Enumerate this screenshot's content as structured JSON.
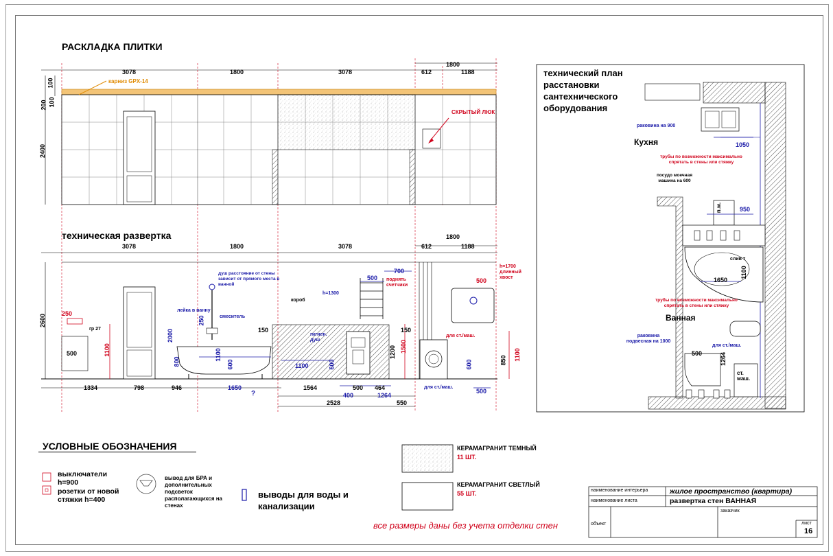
{
  "sections": {
    "tile_layout": "РАСКЛАДКА ПЛИТКИ",
    "tech_development": "техническая развертка",
    "tech_plan": "технический план расстановки сантехнического оборудования",
    "legend": "УСЛОВНЫЕ ОБОЗНАЧЕНИЯ"
  },
  "top_dims": {
    "d1": "3078",
    "d2": "1800",
    "d3": "3078",
    "d4": "1800",
    "d5": "612",
    "d6": "1188"
  },
  "left_dims": {
    "a": "100",
    "b": "200",
    "c": "100",
    "d": "2400",
    "e": "2600"
  },
  "tile_notes": {
    "cornice": "карниз GPX-14",
    "hatch": "СКРЫТЫЙ ЛЮК"
  },
  "dev_labels": {
    "shower_note": "душ расстояние от стены зависит от прямого места в ванной",
    "watering_can": "лейка в ванну",
    "mixer": "смеситель",
    "box": "короб",
    "h1300": "h=1300",
    "hyg_shower": "гигиен. душ",
    "raise_meters": "поднять счетчики",
    "h1700": "h=1700 длинный хвост",
    "for_wm": "для ст./маш.",
    "for_wm2": "для ст./маш.",
    "gr27": "гр 27",
    "q": "?"
  },
  "dev_dims": {
    "n250": "250",
    "n500a": "500",
    "n1100a": "1100",
    "n2000": "2000",
    "n800": "800",
    "n250b": "250",
    "n1100b": "1100",
    "n600a": "600",
    "n150a": "150",
    "n1100c": "1100",
    "n600b": "600",
    "n500b": "500",
    "n700": "700",
    "n1200": "1200",
    "n1500": "1500",
    "n150b": "150",
    "n500c": "500",
    "n600c": "600",
    "n850": "850",
    "n1100d": "1100",
    "n500d": "500",
    "b1334": "1334",
    "b798": "798",
    "b946": "946",
    "b1650": "1650",
    "b1564": "1564",
    "b500": "500",
    "b464": "464",
    "b400": "400",
    "b1264": "1264",
    "b2528": "2528",
    "b550": "550"
  },
  "plan": {
    "sink900": "раковина на 900",
    "d1050": "1050",
    "kitchen": "Кухня",
    "pipes1": "трубы по возможности максимально спрятать в стены или стяжку",
    "dishwasher": "посудо моечная машина на 600",
    "pm": "п.м.",
    "d950": "950",
    "tap": "слив т",
    "d1650": "1650",
    "d1100": "1100",
    "pipes2": "трубы по возможности максимально спрятать в стены или стяжку",
    "bath": "Ванная",
    "sink1000": "раковина подвесная на 1000",
    "d500": "500",
    "forwm": "для ст./маш.",
    "d1264": "1264",
    "stm": "ст. маш."
  },
  "legend_items": {
    "switches": "выключатели h=900",
    "sockets": "розетки от новой стяжки h=400",
    "bra": "вывод для БРА и дополнительных подсветок располагающихся на стенах",
    "water": "выводы для воды и канализации"
  },
  "materials": {
    "dark_name": "КЕРАМАГРАНИТ ТЕМНЫЙ",
    "dark_qty": "11 ШТ.",
    "light_name": "КЕРАМАГРАНИТ СВЕТЛЫЙ",
    "light_qty": "55 ШТ."
  },
  "note": "все размеры даны без учета отделки стен",
  "stamp": {
    "interior_label": "наименование интерьера",
    "interior_value": "жилое пространство (квартира)",
    "sheet_label": "наименование листа",
    "sheet_value": "развертка стен ВАННАЯ",
    "object_label": "объект",
    "client_label": "заказчик",
    "sheet_no_label": "лист",
    "sheet_no": "16"
  },
  "colors": {
    "red": "#d0021b",
    "blue": "#1a1aa8",
    "orange": "#e08a00"
  }
}
